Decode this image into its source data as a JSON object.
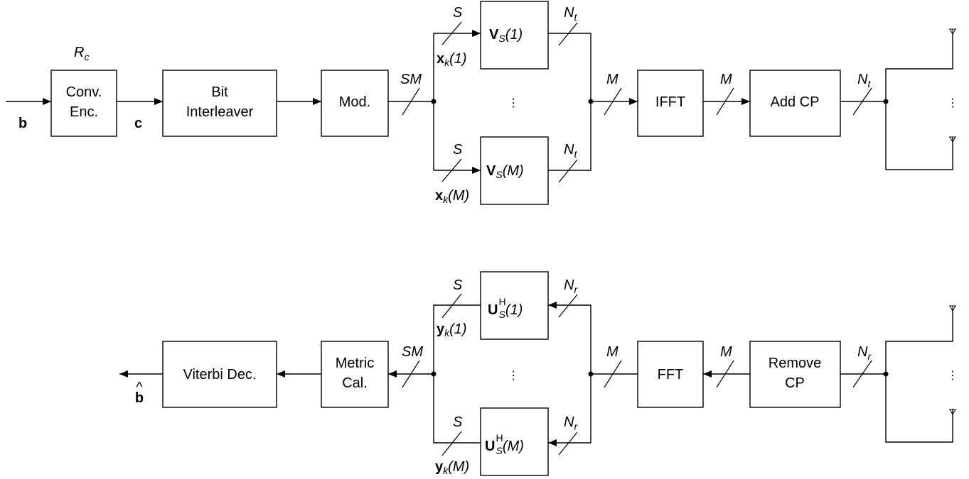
{
  "tx": {
    "rate_main": "R",
    "rate_sub": "c",
    "input_label": "b",
    "conv_enc": [
      "Conv.",
      "Enc."
    ],
    "coded_label": "c",
    "bit_interleaver": [
      "Bit",
      "Interleaver"
    ],
    "mod": "Mod.",
    "mod_out": "SM",
    "branch_width": "S",
    "x1": {
      "main": "x",
      "sub": "k",
      "arg": "(1)"
    },
    "xM": {
      "main": "x",
      "sub": "k",
      "arg": "(M)"
    },
    "v1": {
      "main": "V",
      "sub": "S",
      "arg": "(1)"
    },
    "vM": {
      "main": "V",
      "sub": "S",
      "arg": "(M)"
    },
    "v_out": {
      "main": "N",
      "sub": "t"
    },
    "sum_out": "M",
    "ifft": "IFFT",
    "ifft_out": "M",
    "add_cp": "Add CP",
    "antenna_width": {
      "main": "N",
      "sub": "t"
    },
    "vdots": "⋮"
  },
  "rx": {
    "viterbi": "Viterbi Dec.",
    "output_label": "b",
    "output_hat": "^",
    "metric": [
      "Metric",
      "Cal."
    ],
    "metric_in": "SM",
    "branch_width": "S",
    "y1": {
      "main": "y",
      "sub": "k",
      "arg": "(1)"
    },
    "yM": {
      "main": "y",
      "sub": "k",
      "arg": "(M)"
    },
    "u1": {
      "main": "U",
      "sup": "H",
      "sub": "S",
      "arg": "(1)"
    },
    "uM": {
      "main": "U",
      "sup": "H",
      "sub": "S",
      "arg": "(M)"
    },
    "u_in": {
      "main": "N",
      "sub": "r"
    },
    "fft_out": "M",
    "fft": "FFT",
    "fft_in": "M",
    "remove_cp": [
      "Remove",
      "CP"
    ],
    "antenna_width": {
      "main": "N",
      "sub": "r"
    },
    "vdots": "⋮"
  }
}
